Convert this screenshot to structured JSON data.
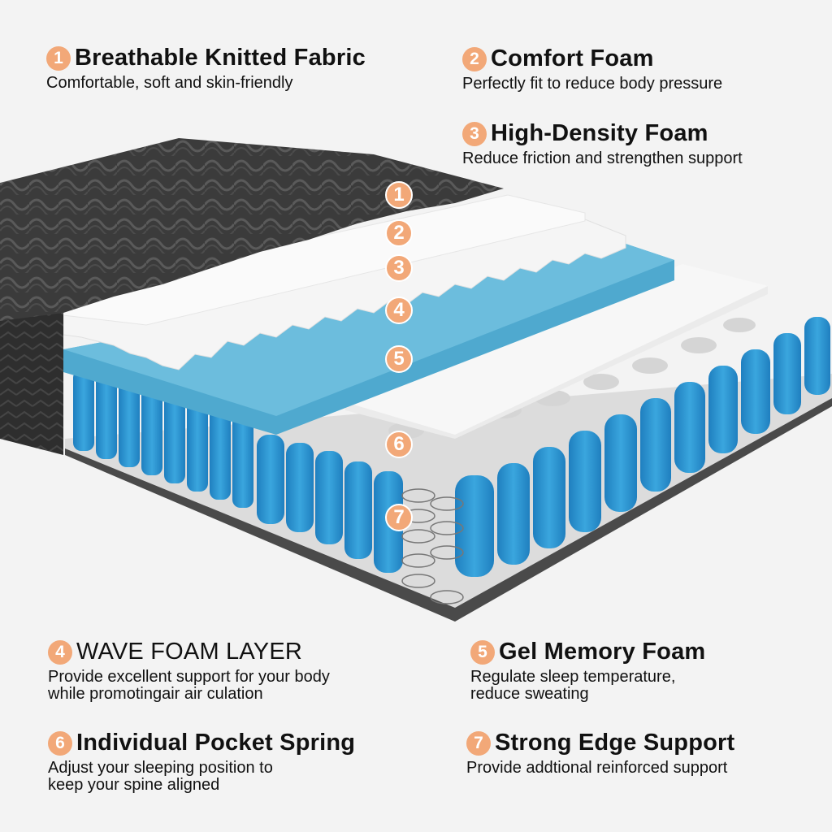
{
  "features": [
    {
      "number": "1",
      "title": "Breathable Knitted Fabric",
      "description": "Comfortable, soft and skin-friendly"
    },
    {
      "number": "2",
      "title": "Comfort Foam",
      "description": "Perfectly fit to reduce body pressure"
    },
    {
      "number": "3",
      "title": "High-Density Foam",
      "description": "Reduce friction and strengthen support"
    },
    {
      "number": "4",
      "title": "WAVE FOAM LAYER",
      "description": "Provide excellent support for your body\nwhile promotingair air culation"
    },
    {
      "number": "5",
      "title": "Gel Memory Foam",
      "description": "Regulate sleep temperature,\nreduce sweating"
    },
    {
      "number": "6",
      "title": "Individual Pocket Spring",
      "description": "Adjust your sleeping position to\nkeep your spine aligned"
    },
    {
      "number": "7",
      "title": "Strong Edge Support",
      "description": "Provide addtional reinforced support"
    }
  ],
  "markers": [
    "1",
    "2",
    "3",
    "4",
    "5",
    "6",
    "7"
  ],
  "colors": {
    "badge": "#f2a878",
    "background": "#f3f3f3",
    "gel_foam": "#58b3d6",
    "spring_pocket": "#2f98d2",
    "fabric": "#3a3a3a"
  }
}
